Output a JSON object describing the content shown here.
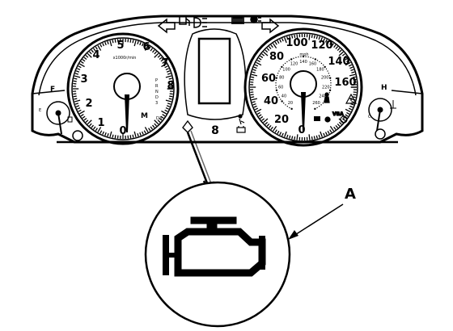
{
  "tachometer": {
    "numerals": [
      "0",
      "1",
      "2",
      "3",
      "4",
      "5",
      "6",
      "7",
      "8"
    ],
    "unit": "x1000r/min",
    "gear_letters": [
      "P",
      "R",
      "N",
      "D",
      "3"
    ],
    "gear_extra": [
      "M",
      "D3"
    ]
  },
  "speedometer": {
    "numerals": [
      "0",
      "20",
      "40",
      "60",
      "80",
      "100",
      "120",
      "140",
      "160"
    ],
    "unit": "mph",
    "inner_numerals": [
      "20",
      "40",
      "60",
      "80",
      "100",
      "120",
      "140",
      "160",
      "180",
      "200",
      "220",
      "240",
      "260"
    ]
  },
  "fuel_gauge": {
    "empty": "E",
    "full": "F"
  },
  "temp_gauge": {
    "cold": "C",
    "hot": "H"
  },
  "center": {
    "digit": "8",
    "vsa_label": "VSA"
  },
  "callout": {
    "label": "A"
  },
  "highlighted_indicator": "check-engine-icon"
}
